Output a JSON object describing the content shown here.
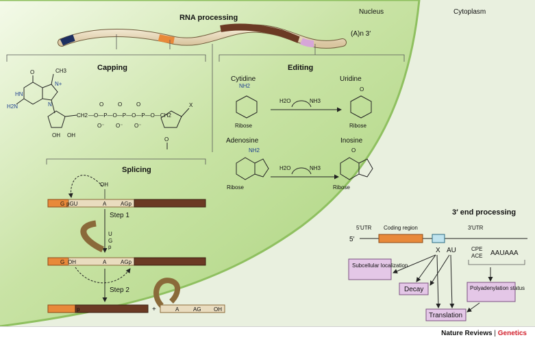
{
  "regions": {
    "nucleus": "Nucleus",
    "cytoplasm": "Cytoplasm"
  },
  "title": "RNA processing",
  "poly_a": "(A)n 3′",
  "panels": {
    "capping": "Capping",
    "editing": "Editing",
    "splicing": "Splicing",
    "end_processing": "3′ end processing"
  },
  "editing": {
    "cytidine": "Cytidine",
    "uridine": "Uridine",
    "adenosine": "Adenosine",
    "inosine": "Inosine",
    "h2o": "H2O",
    "nh3": "NH3",
    "nh2": "NH2",
    "ribose": "Ribose"
  },
  "capping": {
    "methyl": "CH3",
    "x": "X",
    "oh": "OH",
    "o": "O",
    "p": "P"
  },
  "splicing": {
    "step1": "Step 1",
    "step2": "Step 2",
    "labels": [
      "G",
      "pGU",
      "A",
      "AGp",
      "OH",
      "U",
      "G",
      "p",
      "G",
      "OH",
      "A",
      "AGp",
      "p",
      "+",
      "A",
      "AG",
      "OH"
    ]
  },
  "end_processing": {
    "utr5": "5′UTR",
    "coding": "Coding region",
    "utr3": "3′UTR",
    "five_prime": "5′",
    "x": "X",
    "au": "AU",
    "cpe": "CPE",
    "ace": "ACE",
    "aauaaa": "AAUAAA",
    "boxes": {
      "subcellular": "Subcellular localization",
      "decay": "Decay",
      "polyadenylation": "Polyadenylation status",
      "translation": "Translation"
    }
  },
  "footer": {
    "journal": "Nature Reviews",
    "separator": "|",
    "section": "Genetics"
  },
  "colors": {
    "nucleus": "#b9dc8a",
    "cytoplasm": "#e7efdc",
    "mrna": "#e9dcbf",
    "exon": "#e8893a",
    "intron": "#6b3a24"
  }
}
